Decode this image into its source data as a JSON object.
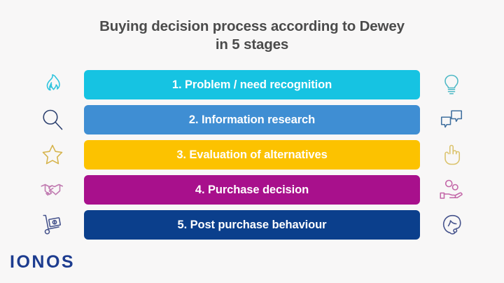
{
  "background_color": "#f8f7f7",
  "title": {
    "line1": "Buying decision process according to Dewey",
    "line2": "in 5 stages",
    "color": "#4b4b4b"
  },
  "stages": [
    {
      "number": "1.",
      "label": "1. Problem / need recognition",
      "color": "#16c3e2",
      "text_color": "#ffffff",
      "left_icon": "flame-icon",
      "left_icon_color": "#27c4dd",
      "right_icon": "lightbulb-icon",
      "right_icon_color": "#4bb7c4"
    },
    {
      "number": "2.",
      "label": "2. Information research",
      "color": "#3f8ed3",
      "text_color": "#ffffff",
      "left_icon": "magnifier-icon",
      "left_icon_color": "#2b3f6e",
      "right_icon": "speech-bubbles-icon",
      "right_icon_color": "#3f6e9e"
    },
    {
      "number": "3.",
      "label": "3. Evaluation of alternatives",
      "color": "#fcc200",
      "text_color": "#ffffff",
      "left_icon": "star-icon",
      "left_icon_color": "#d4b24a",
      "right_icon": "pointing-hand-icon",
      "right_icon_color": "#d8c068"
    },
    {
      "number": "4.",
      "label": "4. Purchase decision",
      "color": "#a8108c",
      "text_color": "#ffffff",
      "left_icon": "handshake-icon",
      "left_icon_color": "#c07ab0",
      "right_icon": "hand-with-coins-icon",
      "right_icon_color": "#c濃"
    },
    {
      "number": "5.",
      "label": "5. Post purchase behaviour",
      "color": "#0b3f8c",
      "text_color": "#ffffff",
      "left_icon": "hand-truck-money-icon",
      "left_icon_color": "#46538c",
      "right_icon": "headset-support-icon",
      "right_icon_color": "#46538c"
    }
  ],
  "logo": {
    "text": "IONOS",
    "color": "#1d3c8f"
  }
}
